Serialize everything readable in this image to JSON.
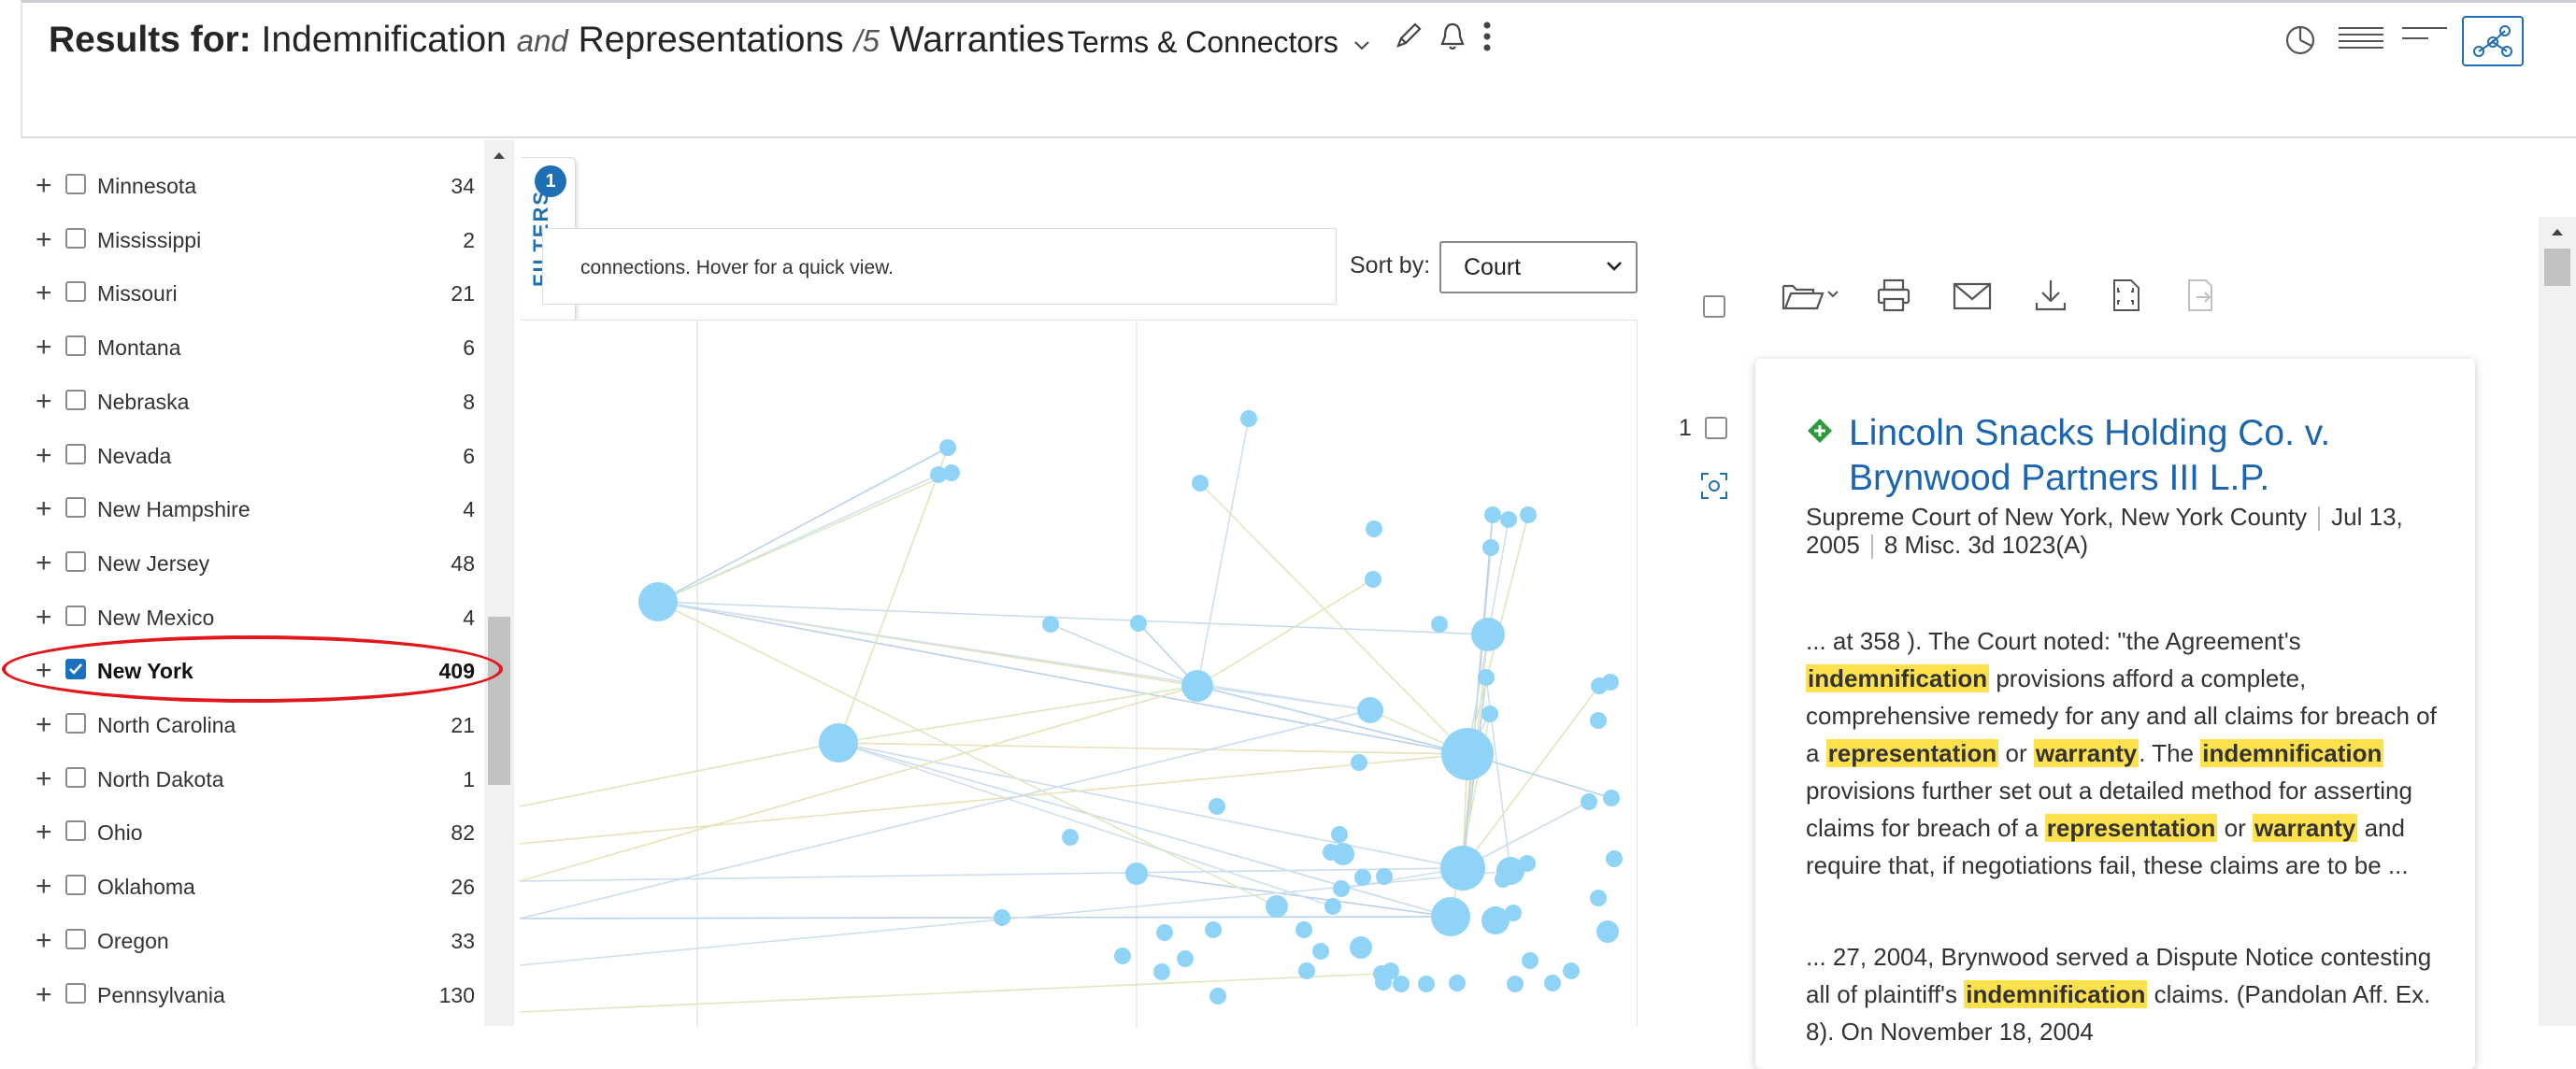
{
  "header": {
    "results_label": "Results for:",
    "query": [
      {
        "text": "Indemnification",
        "op": false
      },
      {
        "text": "and",
        "op": true
      },
      {
        "text": "Representations",
        "op": false
      },
      {
        "text": "/5",
        "op": true
      },
      {
        "text": "Warranties",
        "op": false
      }
    ],
    "search_mode": "Terms & Connectors"
  },
  "sidebar": {
    "items": [
      {
        "name": "Minnesota",
        "count": "34",
        "checked": false
      },
      {
        "name": "Mississippi",
        "count": "2",
        "checked": false
      },
      {
        "name": "Missouri",
        "count": "21",
        "checked": false
      },
      {
        "name": "Montana",
        "count": "6",
        "checked": false
      },
      {
        "name": "Nebraska",
        "count": "8",
        "checked": false
      },
      {
        "name": "Nevada",
        "count": "6",
        "checked": false
      },
      {
        "name": "New Hampshire",
        "count": "4",
        "checked": false
      },
      {
        "name": "New Jersey",
        "count": "48",
        "checked": false
      },
      {
        "name": "New Mexico",
        "count": "4",
        "checked": false
      },
      {
        "name": "New York",
        "count": "409",
        "checked": true
      },
      {
        "name": "North Carolina",
        "count": "21",
        "checked": false
      },
      {
        "name": "North Dakota",
        "count": "1",
        "checked": false
      },
      {
        "name": "Ohio",
        "count": "82",
        "checked": false
      },
      {
        "name": "Oklahoma",
        "count": "26",
        "checked": false
      },
      {
        "name": "Oregon",
        "count": "33",
        "checked": false
      },
      {
        "name": "Pennsylvania",
        "count": "130",
        "checked": false
      }
    ]
  },
  "filters_tab": {
    "label": "FILTERS",
    "count": "1"
  },
  "map": {
    "hint": "connections. Hover for a quick view.",
    "sort_label": "Sort by:",
    "sort_value": "Court"
  },
  "result": {
    "number": "1",
    "title": "Lincoln Snacks Holding Co. v. Brynwood Partners III L.P.",
    "court": "Supreme Court of New York, New York County",
    "date": "Jul 13, 2005",
    "citation": "8 Misc. 3d 1023(A)",
    "snippet1": [
      {
        "t": "... at 358 ). The Court noted: \"the Agreement's ",
        "h": false
      },
      {
        "t": "indemnification",
        "h": true
      },
      {
        "t": " provisions afford a complete, comprehensive remedy for any and all claims for breach of a ",
        "h": false
      },
      {
        "t": "representation",
        "h": true
      },
      {
        "t": " or ",
        "h": false
      },
      {
        "t": "warranty",
        "h": true
      },
      {
        "t": ". The ",
        "h": false
      },
      {
        "t": "indemnification",
        "h": true
      },
      {
        "t": " provisions further set out a detailed method for asserting claims for breach of a ",
        "h": false
      },
      {
        "t": "representation",
        "h": true
      },
      {
        "t": " or ",
        "h": false
      },
      {
        "t": "warranty",
        "h": true
      },
      {
        "t": " and require that, if negotiations fail, these claims are to be ...",
        "h": false
      }
    ],
    "snippet2": [
      {
        "t": "... 27, 2004, Brynwood served a Dispute Notice contesting all of plaintiff's ",
        "h": false
      },
      {
        "t": "indemnification",
        "h": true
      },
      {
        "t": " claims. (Pandolan Aff. Ex. 8). On November 18, 2004",
        "h": false
      }
    ]
  },
  "colors": {
    "accent": "#1f6fb5",
    "highlight": "#ffe14d",
    "annotation_circle": "#e0181b",
    "node": "#8fd4f7"
  },
  "icons": [
    "chevron-down-icon",
    "edit-pencil-icon",
    "alert-bell-icon",
    "more-vertical-icon",
    "pie-chart-icon",
    "list-view-icon",
    "condensed-list-icon",
    "network-map-icon",
    "folder-icon",
    "print-icon",
    "email-icon",
    "download-icon",
    "full-screen-icon",
    "export-icon",
    "keycite-status-icon",
    "focus-node-icon",
    "filter-sliders-icon"
  ]
}
